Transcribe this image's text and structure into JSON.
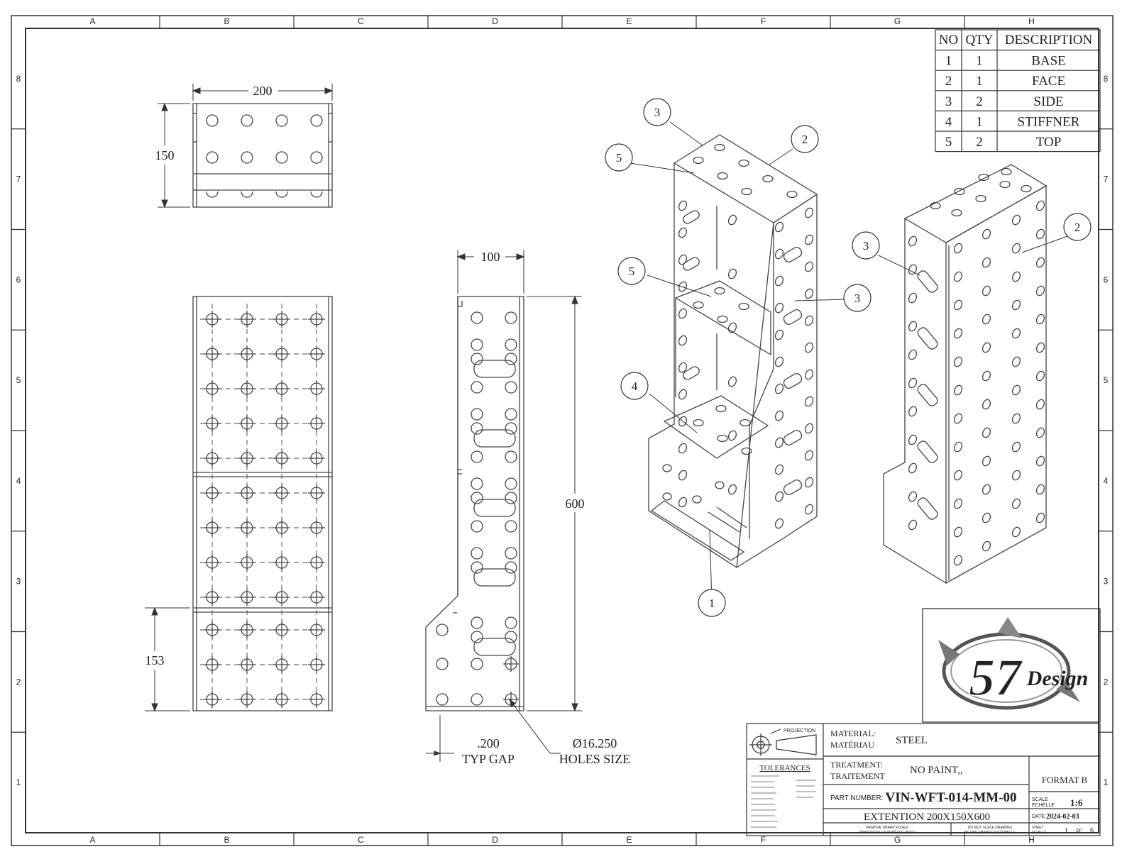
{
  "grid": {
    "columns": [
      "A",
      "B",
      "C",
      "D",
      "E",
      "F",
      "G",
      "H"
    ],
    "rows": [
      "8",
      "7",
      "6",
      "5",
      "4",
      "3",
      "2",
      "1"
    ]
  },
  "bom": {
    "headers": [
      "NO",
      "QTY",
      "DESCRIPTION"
    ],
    "rows": [
      [
        "1",
        "1",
        "BASE"
      ],
      [
        "2",
        "1",
        "FACE"
      ],
      [
        "3",
        "2",
        "SIDE"
      ],
      [
        "4",
        "1",
        "STIFFNER"
      ],
      [
        "5",
        "2",
        "TOP"
      ]
    ]
  },
  "dimensions": {
    "top_width": "200",
    "top_height": "150",
    "front_partial": "153",
    "side_width": "100",
    "side_height": "600",
    "gap_value": ".200",
    "gap_label": "TYP GAP",
    "hole_value": "Ø16.250",
    "hole_label": "HOLES SIZE"
  },
  "balloons": {
    "iso1": [
      "3",
      "2",
      "5",
      "5",
      "3",
      "4",
      "1"
    ],
    "iso2": [
      "3",
      "2"
    ]
  },
  "title_block": {
    "projection_label": "PROJECTION",
    "material_label_1": "MATERIAL:",
    "material_label_2": "MATÉRIAU",
    "material_value": "STEEL",
    "treatment_label_1": "TREATMENT:",
    "treatment_label_2": "TRAITEMENT",
    "treatment_value": "NO PAINT,,",
    "format": "FORMAT B",
    "tolerances_title": "TOLERANCES",
    "part_number_label": "PART NUMBER:",
    "part_number": "VIN-WFT-014-MM-00",
    "scale_label_1": "SCALE",
    "scale_label_2": "ÉCHELLE",
    "scale_value": "1:6",
    "description": "EXTENTION 200X150X600",
    "date_label": "DATE",
    "date_value": "2024-02-03",
    "deburr_note_1": "REMOVE SHARP EDGES",
    "deburr_note_2": "ÉBAVURER LES ARRÊTES VIVES",
    "noscale_note_1": "DO NOT SCALE DRAWING",
    "noscale_note_2": "NE PAS CHANGER L'ÉCHELLE",
    "sheet_label_1": "SHEET",
    "sheet_label_2": "FEUILLE",
    "sheet_value": "1",
    "sheet_of": "OF",
    "sheet_total": "6",
    "logo_text": "57",
    "logo_script": "Design"
  }
}
